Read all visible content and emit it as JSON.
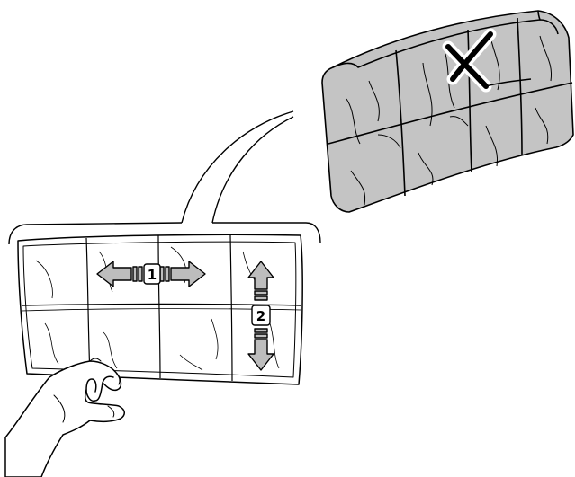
{
  "illustration": {
    "steps": [
      {
        "number": "1",
        "direction": "horizontal"
      },
      {
        "number": "2",
        "direction": "vertical"
      }
    ],
    "forbidden_mark": "X",
    "colors": {
      "line": "#000000",
      "arrow_fill": "#bdbdbd",
      "cushion_fill": "#c4c4c4",
      "background": "#ffffff"
    },
    "icons": [
      "cushion-icon",
      "pillow-bag-icon",
      "hand-icon",
      "arrow-left-icon",
      "arrow-right-icon",
      "arrow-up-icon",
      "arrow-down-icon"
    ]
  }
}
